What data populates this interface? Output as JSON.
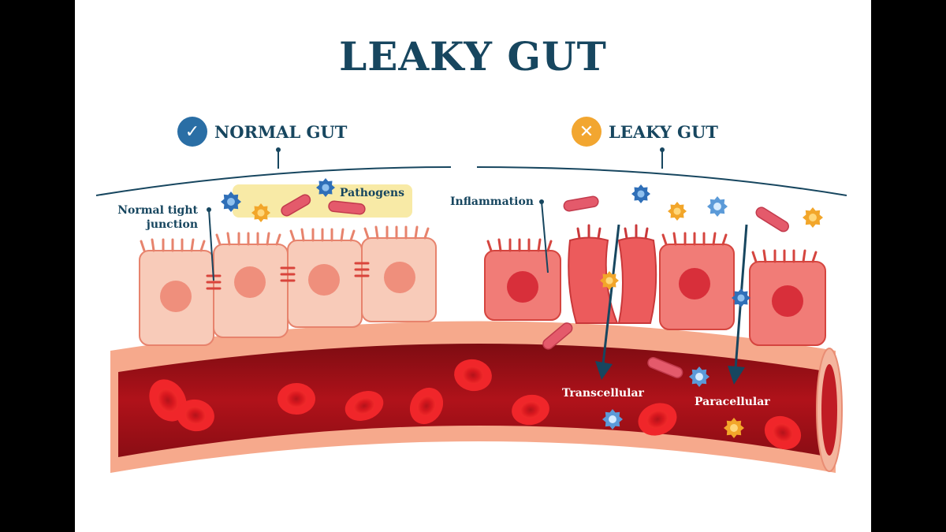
{
  "title": "LEAKY GUT",
  "headings": {
    "normal": {
      "label": "NORMAL GUT",
      "icon": "checkmark-icon",
      "color": "#2a6ea5"
    },
    "leaky": {
      "label": "LEAKY GUT",
      "icon": "cross-icon",
      "color": "#f2a630"
    }
  },
  "labels": {
    "pathogens": "Pathogens",
    "normal_junction_line1": "Normal tight",
    "normal_junction_line2": "junction",
    "inflammation": "Inflammation",
    "transcellular": "Transcellular",
    "paracellular": "Paracellular"
  },
  "colors": {
    "title": "#17465f",
    "blood_vessel": "#b0121a",
    "vessel_wall": "#f6a98c",
    "healthy_cell": "#f8c8b6",
    "inflamed_cell": "#ef5c5c",
    "red_blood_cell": "#e11d24",
    "pathogen_highlight": "#f8eaa6"
  }
}
